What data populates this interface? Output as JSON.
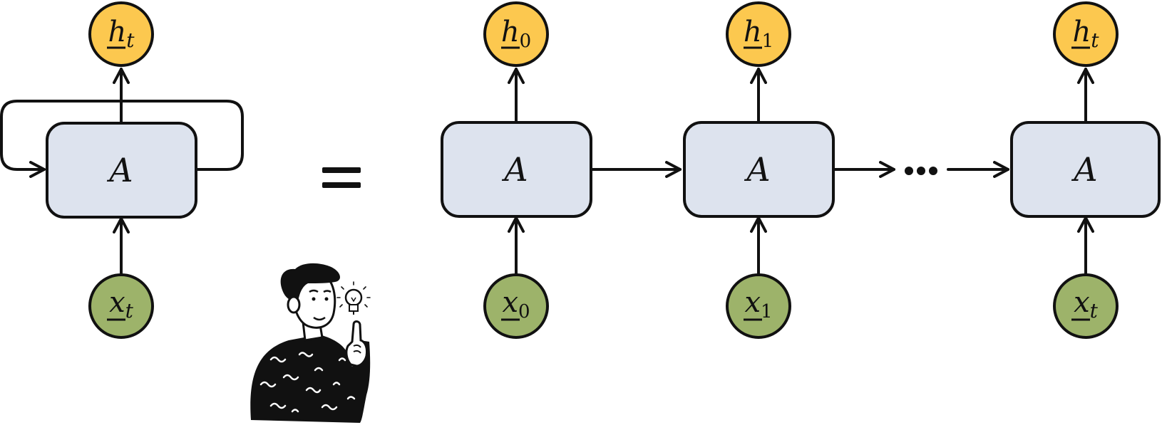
{
  "rolled": {
    "cell_label": "A",
    "output": {
      "symbol": "h",
      "subscript": "t"
    },
    "input": {
      "symbol": "x",
      "subscript": "t"
    }
  },
  "equals_sign": "=",
  "unrolled": [
    {
      "cell_label": "A",
      "output": {
        "symbol": "h",
        "subscript": "0"
      },
      "input": {
        "symbol": "x",
        "subscript": "0"
      }
    },
    {
      "cell_label": "A",
      "output": {
        "symbol": "h",
        "subscript": "1"
      },
      "input": {
        "symbol": "x",
        "subscript": "1"
      }
    },
    {
      "cell_label": "A",
      "output": {
        "symbol": "h",
        "subscript": "t"
      },
      "input": {
        "symbol": "x",
        "subscript": "t"
      }
    }
  ],
  "ellipsis": "•••",
  "colors": {
    "cell_fill": "#dde3ee",
    "output_node": "#fcc84f",
    "input_node": "#9db36a",
    "stroke": "#111111"
  },
  "illustration": "thinking-person-with-lightbulb"
}
